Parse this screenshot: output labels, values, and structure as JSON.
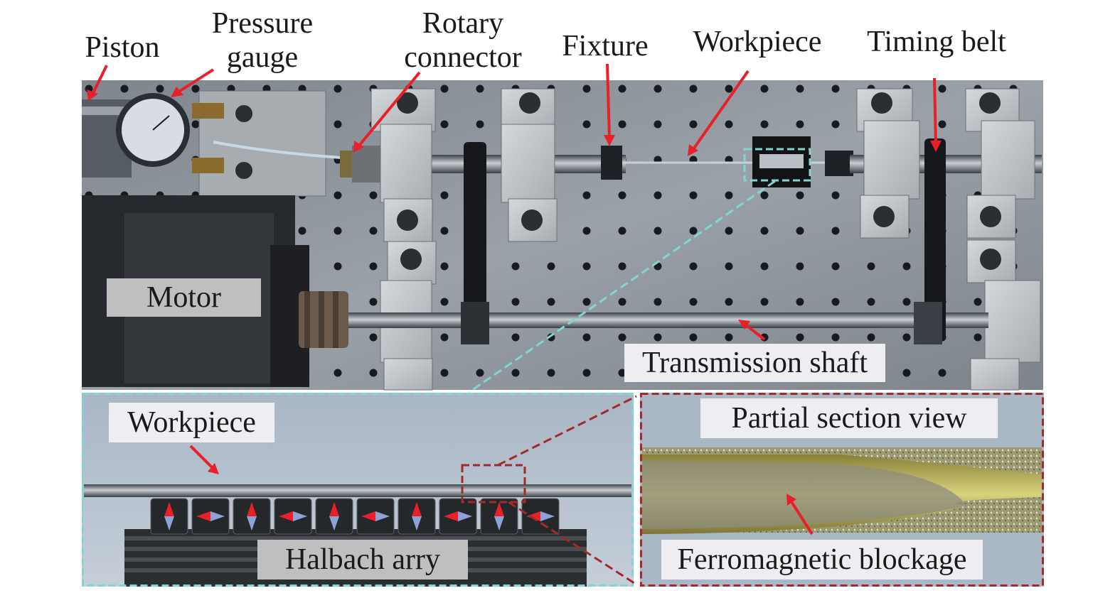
{
  "labels": {
    "piston": "Piston",
    "pressure_gauge": [
      "Pressure",
      "gauge"
    ],
    "rotary_connector": [
      "Rotary",
      "connector"
    ],
    "fixture": "Fixture",
    "workpiece_top": "Workpiece",
    "timing_belt": "Timing belt",
    "motor": "Motor",
    "transmission_shaft": "Transmission shaft",
    "workpiece_inset": "Workpiece",
    "halbach": "Halbach arry",
    "partial_section": "Partial section view",
    "ferromagnetic": "Ferromagnetic blockage"
  },
  "colors": {
    "arrow": "#e8202a",
    "inset_border": "#7fd6d2",
    "section_border": "#a32a2a",
    "plate": "#8f969d",
    "inset_bg": "#b7c3d1"
  },
  "magnets": {
    "orientations": [
      "up-down",
      "left-right",
      "up-down",
      "left-right",
      "up-down",
      "left-right",
      "up-down",
      "left-right",
      "up-down",
      "left-right"
    ]
  }
}
